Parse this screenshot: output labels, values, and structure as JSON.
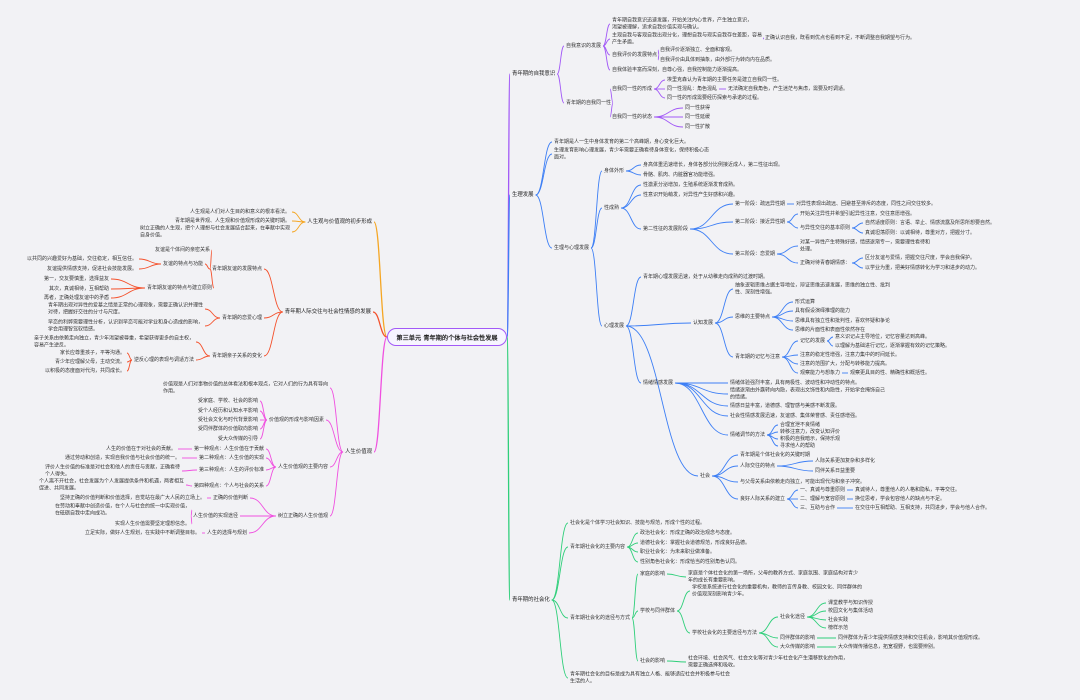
{
  "center": {
    "title": "第三单元 青年期的个体与社会性发展"
  },
  "colors": {
    "P": "#a259f7",
    "B": "#3d7ff5",
    "G": "#2fcf7a",
    "O": "#f5a623",
    "R": "#f4512c",
    "M": "#f050e0"
  },
  "nodes": [
    {
      "text": "青年期的自我意识"
    },
    {
      "text": "自我意识的发展"
    },
    {
      "text": "青年期自我意识迅速发展，开始关注内心世界，产生独立意识，\n渴望被理解，追求自我价值实现与确认。"
    },
    {
      "text": "主观自我与客观自我出现分化，理想自我与现实自我存在差距，容易\n产生矛盾。"
    },
    {
      "text": "正确认识自我，既看到优点也看到不足，不断调整自我期望与行为。"
    },
    {
      "text": "自我评价的发展特点"
    },
    {
      "text": "自我评价逐渐独立、全面和客观。"
    },
    {
      "text": "自我评价由具体到抽象，由外部行为转向内在品质。"
    },
    {
      "text": "自我体验丰富而深刻，自尊心强，自我控制能力逐渐提高。"
    },
    {
      "text": "青年期的自我同一性"
    },
    {
      "text": "自我同一性的形成"
    },
    {
      "text": "埃里克森认为青年期的主要任务是建立自我同一性。"
    },
    {
      "text": "同一性混乱：角色混乱"
    },
    {
      "text": "无法确定自我角色，产生迷茫与焦虑，需要及时调适。"
    },
    {
      "text": "同一性的形成需要经历探索与承诺的过程。"
    },
    {
      "text": "自我同一性的状态"
    },
    {
      "text": "同一性获得"
    },
    {
      "text": "同一性延缓"
    },
    {
      "text": "同一性扩散"
    },
    {
      "text": "生理发展"
    },
    {
      "text": "青年期是人一生中身体发育的第二个高峰期，身心变化巨大。"
    },
    {
      "text": "生理发育影响心理发展，青少年需要正确看待身体变化，保持积极心态\n面对。"
    },
    {
      "text": "生理与心理发展"
    },
    {
      "text": "身体外形"
    },
    {
      "text": "身高体重迅速增长，身体各部分比例接近成人，第二性征出现。"
    },
    {
      "text": "骨骼、肌肉、内脏器官功能增强。"
    },
    {
      "text": "性成熟"
    },
    {
      "text": "性激素分泌增加，生殖系统逐渐发育成熟。"
    },
    {
      "text": "性意识开始萌发，对异性产生好感和兴趣。"
    },
    {
      "text": "第二性征的发展阶段"
    },
    {
      "text": "第一阶段：疏远异性期"
    },
    {
      "text": "对异性表现出疏远、回避甚至排斥的态度，同性之间交往较多。"
    },
    {
      "text": "第二阶段：接近异性期"
    },
    {
      "text": "开始关注异性并希望引起异性注意，交往意愿增强。"
    },
    {
      "text": "与异性交往的基本原则"
    },
    {
      "text": "自然适度原则：言语、举止、情感流露及所思所想要自然。"
    },
    {
      "text": "真诚坦荡原则：以诚相待，尊重对方，把握分寸。"
    },
    {
      "text": "第三阶段：恋爱期"
    },
    {
      "text": "对某一异性产生特殊好感，情感逐渐专一，需要理性看待和\n处理。"
    },
    {
      "text": "正确对待青春期情感："
    },
    {
      "text": "区分友谊与爱情，把握交往尺度，学会自我保护。"
    },
    {
      "text": "以学业为重，把美好情感转化为学习和进步的动力。"
    },
    {
      "text": "心理发展"
    },
    {
      "text": "青年期心理发展迅速，处于从幼稚走向成熟的过渡时期。"
    },
    {
      "text": "认知发展"
    },
    {
      "text": "抽象逻辑思维占据主导地位，辩证思维迅速发展，思维的独立性、批判\n性、深刻性增强。"
    },
    {
      "text": "思维的主要特点"
    },
    {
      "text": "形式运算"
    },
    {
      "text": "具有假设演绎推理的能力"
    },
    {
      "text": "思维具有独立性和批判性，喜欢怀疑和争论"
    },
    {
      "text": "思维的片面性和表面性依然存在"
    },
    {
      "text": "青年期的记忆与注意"
    },
    {
      "text": "记忆的发展"
    },
    {
      "text": "意义识记占主导地位，记忆容量达到高峰。"
    },
    {
      "text": "以理解为基础进行记忆，逐渐掌握有效的记忆策略。"
    },
    {
      "text": "注意的稳定性增强，注意力集中的时间延长。"
    },
    {
      "text": "注意的范围扩大，分配与转移能力提高。"
    },
    {
      "text": "观察能力与想象力"
    },
    {
      "text": "观察更具目的性、精确性和概括性。"
    },
    {
      "text": "情绪情感发展"
    },
    {
      "text": "情绪体验强烈丰富，具有两极性、波动性和冲动性的特点。"
    },
    {
      "text": "情绪逐渐由外露转向内隐，表现出文饰性和内隐性，开始学会掩饰自己\n的情绪。"
    },
    {
      "text": "情感日益丰富，道德感、理智感与美感不断发展。"
    },
    {
      "text": "社会性情感发展迅速，友谊感、集体荣誉感、责任感增强。"
    },
    {
      "text": "情绪调节的方法"
    },
    {
      "text": "合理宣泄不良情绪"
    },
    {
      "text": "转移注意力，改变认知评价"
    },
    {
      "text": "积极的自我暗示，保持乐观"
    },
    {
      "text": "寻求他人的帮助"
    },
    {
      "text": "社会"
    },
    {
      "text": "青年期是个体社会化的关键时期"
    },
    {
      "text": "人际交往的特点"
    },
    {
      "text": "人际关系更加复杂和多样化"
    },
    {
      "text": "同伴关系日益重要"
    },
    {
      "text": "与父母关系由依赖走向独立，可能出现代沟和亲子冲突。"
    },
    {
      "text": "良好人际关系的建立"
    },
    {
      "text": "一、真诚与尊重原则"
    },
    {
      "text": "真诚待人，尊重他人的人格和隐私，平等交往。"
    },
    {
      "text": "二、理解与宽容原则"
    },
    {
      "text": "换位思考，学会包容他人的缺点与不足。"
    },
    {
      "text": "三、互助与合作"
    },
    {
      "text": "在交往中互相帮助、互相支持，共同进步，学会与他人合作。"
    },
    {
      "text": "青年期的社会化"
    },
    {
      "text": "社会化是个体学习社会知识、技能与规范，形成个性的过程。"
    },
    {
      "text": "青年期社会化的主要内容"
    },
    {
      "text": "政治社会化：形成正确的政治观念与态度。"
    },
    {
      "text": "道德社会化：掌握社会道德规范，形成良好品德。"
    },
    {
      "text": "职业社会化：为未来职业做准备。"
    },
    {
      "text": "性别角色社会化：形成恰当的性别角色认同。"
    },
    {
      "text": "青年期社会化的途径与方式"
    },
    {
      "text": "家庭的影响"
    },
    {
      "text": "家庭是个体社会化的第一场所，父母的教养方式、家庭氛围、家庭结构对青少\n年的成长有重要影响。"
    },
    {
      "text": "学校与同伴群体"
    },
    {
      "text": "学校是系统进行社会化的重要机构，教师的言传身教、校园文化、同伴群体的\n价值观深刻影响青少年。"
    },
    {
      "text": "学校社会化的主要途径与方法"
    },
    {
      "text": "社会化途径"
    },
    {
      "text": "课堂教学与知识传授"
    },
    {
      "text": "校园文化与集体活动"
    },
    {
      "text": "社会实践"
    },
    {
      "text": "榜样示范"
    },
    {
      "text": "同伴群体的影响"
    },
    {
      "text": "同伴群体为青少年提供情感支持和交往机会，影响其价值观形成。"
    },
    {
      "text": "大众传媒的影响"
    },
    {
      "text": "大众传媒传播信息，拓宽视野，也需要辨别。"
    },
    {
      "text": "社会的影响"
    },
    {
      "text": "社会环境、社会风气、社会文化等对青少年社会化产生潜移默化的作用，\n需要正确选择和吸收。"
    },
    {
      "text": "青年期社会化的目标是成为具有独立人格、能够适应社会并积极参与社会\n生活的人。"
    },
    {
      "text": "人生观与价值观的初步形成"
    },
    {
      "text": "人生观是人们对人生目的和意义的根本看法。"
    },
    {
      "text": "青年期是世界观、人生观和价值观形成的关键时期。"
    },
    {
      "text": "树立正确的人生观，把个人理想与社会发展结合起来，在奉献中实现\n自身价值。"
    },
    {
      "text": "青年期人际交往与社会性情感的发展"
    },
    {
      "text": "青年期友谊的发展特点"
    },
    {
      "text": "友谊是个体间的亲密关系"
    },
    {
      "text": "友谊的特点与功能"
    },
    {
      "text": "以共同的兴趣爱好为基础，交往稳定，相互信任。"
    },
    {
      "text": "友谊提供情感支持，促进社会技能发展。"
    },
    {
      "text": "青年期友谊的特点与建立原则"
    },
    {
      "text": "第一，交友要慎重，选择益友"
    },
    {
      "text": "其次，真诚相待，互相帮助"
    },
    {
      "text": "再者，正确处理友谊中的矛盾"
    },
    {
      "text": "青年期的恋爱心理"
    },
    {
      "text": "青年期出现对异性的爱慕之情是正常的心理现象，需要正确认识并理性\n对待，把握好交往的分寸与尺度。"
    },
    {
      "text": "早恋的利弊需要理性分析，认识到早恋可能对学业和身心造成的影响，\n学会用理智驾驭情感。"
    },
    {
      "text": "青年期亲子关系的变化"
    },
    {
      "text": "亲子关系由依赖走向独立，青少年渴望被尊重，希望获得更多的自主权，\n容易产生逆反。"
    },
    {
      "text": "逆反心理的表现与调适方法"
    },
    {
      "text": "家长应尊重孩子，平等沟通。"
    },
    {
      "text": "青少年应理解父母，主动交流。"
    },
    {
      "text": "以积极的态度面对代沟，共同成长。"
    },
    {
      "text": "人生价值观"
    },
    {
      "text": "价值观是人们对事物价值的总体看法和根本观点，它对人们的行为具有导向\n作用。"
    },
    {
      "text": "价值观的形成与影响因素"
    },
    {
      "text": "受家庭、学校、社会的影响"
    },
    {
      "text": "受个人经历和认知水平影响"
    },
    {
      "text": "受社会文化与时代背景影响"
    },
    {
      "text": "受同伴群体的价值取向影响"
    },
    {
      "text": "受大众传媒的引导"
    },
    {
      "text": "人生价值观的主要内容"
    },
    {
      "text": "第一种观点：人生价值在于贡献"
    },
    {
      "text": "人生的价值在于对社会的贡献。"
    },
    {
      "text": "第二种观点：人生价值的实现"
    },
    {
      "text": "通过劳动和创造，实现自我价值与社会价值的统一。"
    },
    {
      "text": "第三种观点：人生的评价标准"
    },
    {
      "text": "评价人生价值的标准是对社会和他人的责任与贡献，正确看待\n个人得失。"
    },
    {
      "text": "第四种观点：个人与社会的关系"
    },
    {
      "text": "个人离不开社会，社会发展为个人发展提供条件和机遇，两者相互\n促进、共同发展。"
    },
    {
      "text": "树立正确的人生价值观"
    },
    {
      "text": "正确的价值判断"
    },
    {
      "text": "坚持正确的价值判断和价值选择，自觉站在最广大人民的立场上。"
    },
    {
      "text": "人生价值的实现途径"
    },
    {
      "text": "在劳动和奉献中创造价值，在个人与社会的统一中实现价值，\n在砥砺自我中走向成功。"
    },
    {
      "text": "实现人生价值需要坚定理想信念。"
    },
    {
      "text": "人生的选择与规划"
    },
    {
      "text": "立足实际，做好人生规划，在实践中不断调整目标。"
    }
  ]
}
